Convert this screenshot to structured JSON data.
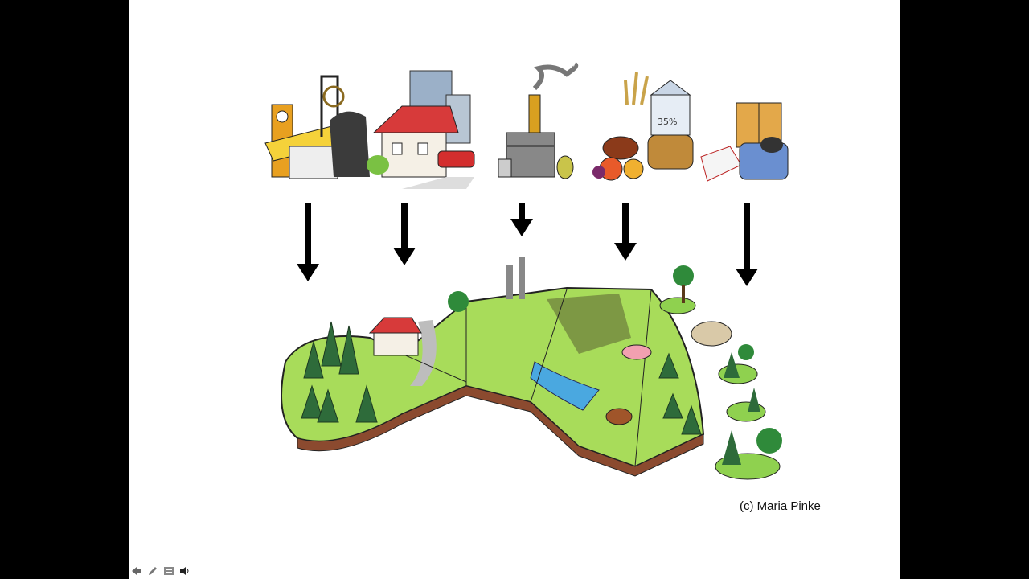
{
  "slide": {
    "credit": "(c) Maria Pinke",
    "illustration": {
      "sources": [
        "gas-station-icon",
        "house-icon",
        "factory-icon",
        "food-icon",
        "goods-icon"
      ],
      "footprint": "ecological-footprint-land-icon"
    }
  },
  "controls": [
    {
      "name": "previous-slide-button",
      "icon": "arrow-left-icon"
    },
    {
      "name": "pen-tool-button",
      "icon": "pencil-icon"
    },
    {
      "name": "slide-menu-button",
      "icon": "menu-icon"
    },
    {
      "name": "audio-button",
      "icon": "speaker-icon"
    }
  ],
  "colors": {
    "background": "#000000",
    "slide": "#ffffff",
    "grass": "#8fd14f",
    "tree": "#2e6b3a",
    "soil": "#8b4a2f"
  }
}
